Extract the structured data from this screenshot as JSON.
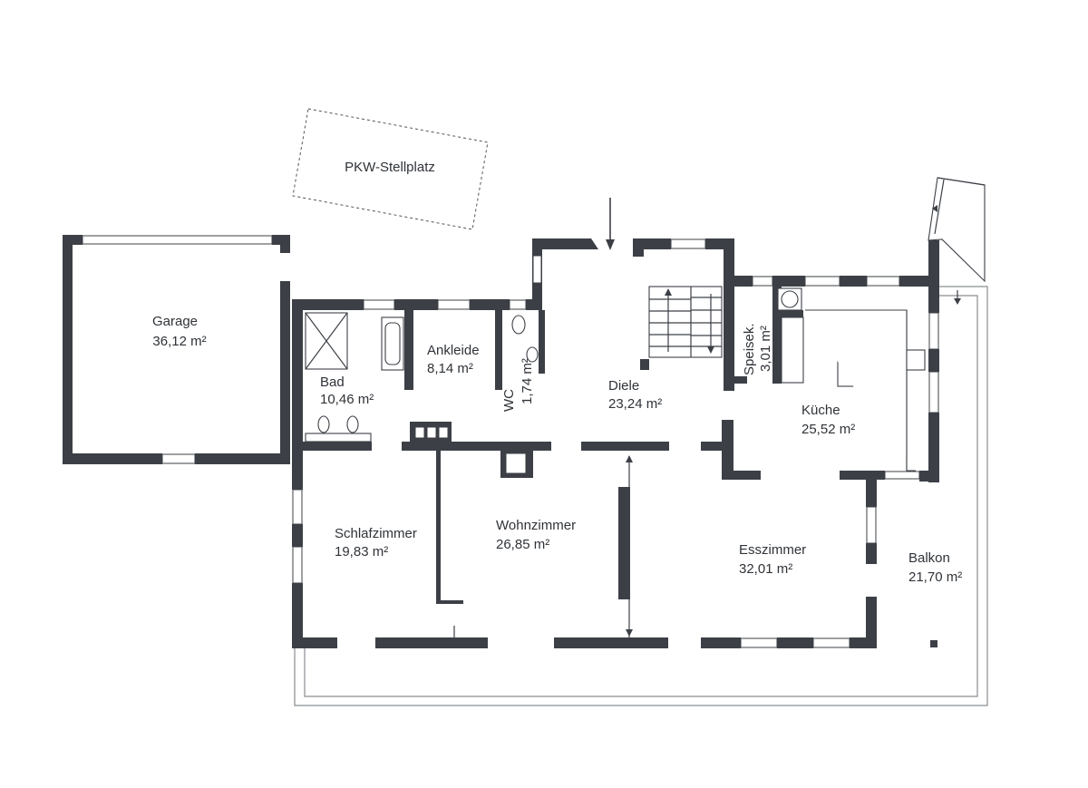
{
  "rooms": {
    "pkw": {
      "name": "PKW-Stellplatz"
    },
    "garage": {
      "name": "Garage",
      "area": "36,12 m²"
    },
    "bad": {
      "name": "Bad",
      "area": "10,46 m²"
    },
    "ankleide": {
      "name": "Ankleide",
      "area": "8,14 m²"
    },
    "wc": {
      "name": "WC",
      "area": "1,74 m²"
    },
    "diele": {
      "name": "Diele",
      "area": "23,24 m²"
    },
    "speisek": {
      "name": "Speisek.",
      "area": "3,01 m²"
    },
    "kueche": {
      "name": "Küche",
      "area": "25,52 m²"
    },
    "schlafzimmer": {
      "name": "Schlafzimmer",
      "area": "19,83 m²"
    },
    "wohnzimmer": {
      "name": "Wohnzimmer",
      "area": "26,85 m²"
    },
    "esszimmer": {
      "name": "Esszimmer",
      "area": "32,01 m²"
    },
    "balkon": {
      "name": "Balkon",
      "area": "21,70 m²"
    }
  },
  "colors": {
    "wall": "#3c4046",
    "text": "#2f3338",
    "balcony_outline": "#8a8d91"
  }
}
